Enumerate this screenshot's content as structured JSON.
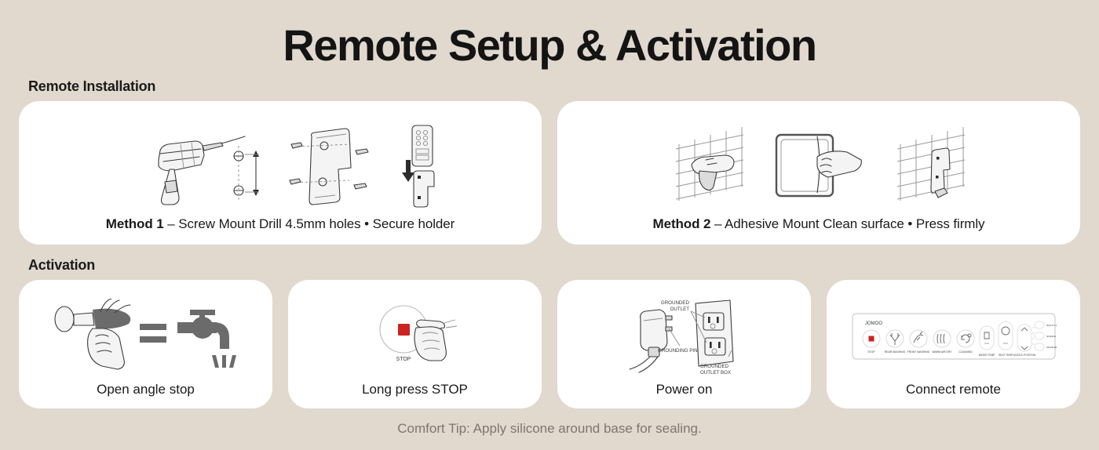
{
  "page": {
    "title": "Remote Setup & Activation",
    "background_color": "#e1d8ce",
    "card_color": "#ffffff",
    "accent_color": "#cc2222"
  },
  "sections": [
    {
      "id": "install",
      "heading": "Remote Installation"
    },
    {
      "id": "activation",
      "heading": "Activation"
    }
  ],
  "methods": [
    {
      "label": "Method 1",
      "dash": "–",
      "text": "Screw Mount Drill 4.5mm holes • Secure holder",
      "illustrations": [
        "drill-hole-spacing",
        "bracket-screw-mount",
        "remote-slide-into-holder"
      ]
    },
    {
      "label": "Method 2",
      "dash": "–",
      "text": "Adhesive Mount Clean surface • Press firmly",
      "illustrations": [
        "clean-tile-wall",
        "peel-adhesive-backing",
        "press-holder-on-wall"
      ]
    }
  ],
  "steps": [
    {
      "caption": "Open angle stop",
      "illustration": "angle-valve-equals-faucet"
    },
    {
      "caption": "Long press STOP",
      "illustration": "press-stop-button",
      "button_label": "STOP"
    },
    {
      "caption": "Power on",
      "illustration": "grounded-outlet-plug",
      "labels": [
        "GROUNDED OUTLET",
        "GROUNDING PIN",
        "GROUNDED OUTLET BOX"
      ]
    },
    {
      "caption": "Connect remote",
      "illustration": "remote-control-panel",
      "brand": "JOMOO"
    }
  ],
  "footer": {
    "tip": "Comfort Tip: Apply silicone around base for sealing."
  }
}
